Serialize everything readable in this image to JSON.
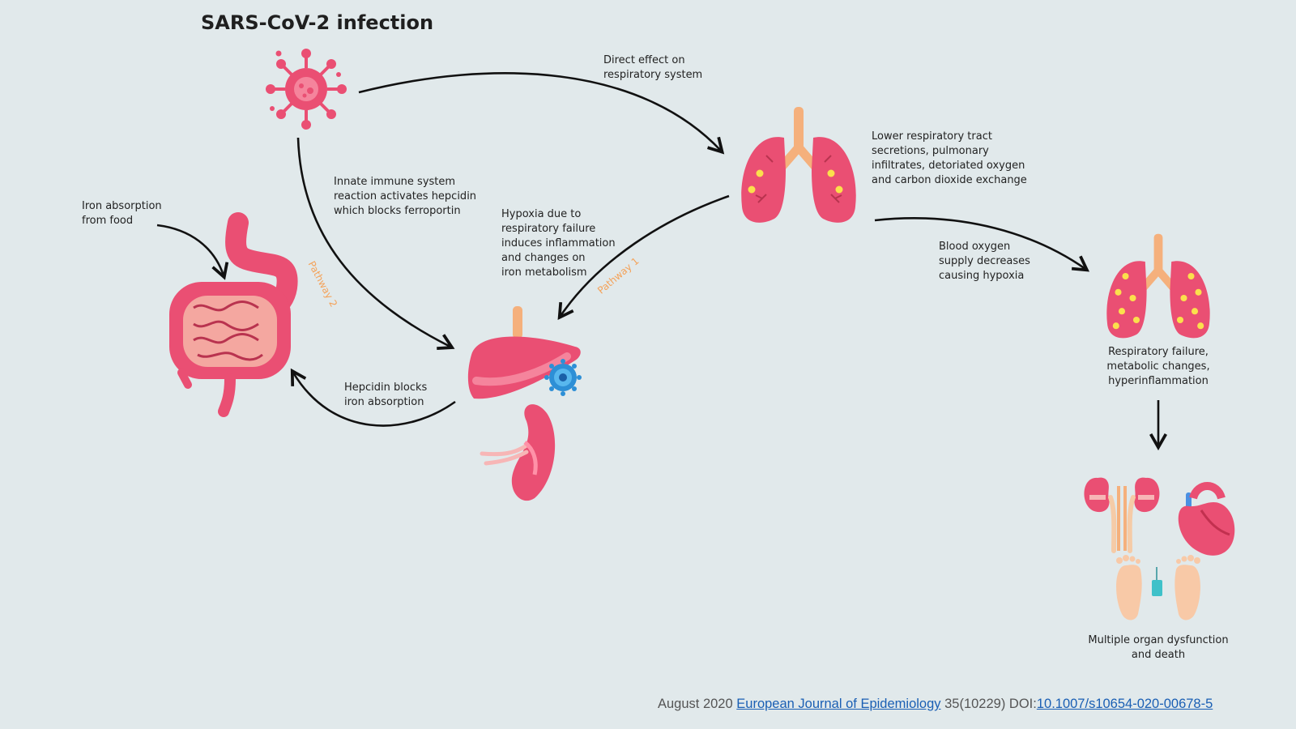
{
  "title": "SARS-CoV-2 infection",
  "labels": {
    "direct_effect": "Direct effect on\nrespiratory system",
    "lower_tract": "Lower respiratory tract\nsecretions, pulmonary\ninfiltrates, detoriated oxygen\nand carbon dioxide exchange",
    "innate": "Innate immune system\nreaction activates hepcidin\nwhich blocks ferroportin",
    "iron_food": "Iron absorption\nfrom food",
    "hypoxia": "Hypoxia due to\nrespiratory failure\ninduces inflammation\nand changes on\niron metabolism",
    "blood_oxygen": "Blood oxygen\nsupply decreases\ncausing hypoxia",
    "hepcidin_blocks": "Hepcidin blocks\niron absorption",
    "resp_failure": "Respiratory failure,\nmetabolic changes,\nhyperinflammation",
    "multi_organ": "Multiple organ dysfunction\nand death"
  },
  "pathways": {
    "p1": "Pathway 1",
    "p2": "Pathway 2"
  },
  "citation": {
    "date": "August 2020",
    "journal": "European Journal of Epidemiology",
    "volume": "35(10229) DOI:",
    "doi": "10.1007/s10654-020-00678-5"
  },
  "icons": [
    "virus-icon",
    "lungs-icon",
    "stomach-intestine-icon",
    "liver-spleen-icon",
    "damaged-lungs-icon",
    "kidneys-icon",
    "heart-icon",
    "feet-toe-tag-icon"
  ],
  "colors": {
    "background": "#e1e9eb",
    "organ_pink": "#ea4f73",
    "organ_light": "#f5849c",
    "accent_orange": "#f4a259",
    "link": "#1a5fb4"
  }
}
